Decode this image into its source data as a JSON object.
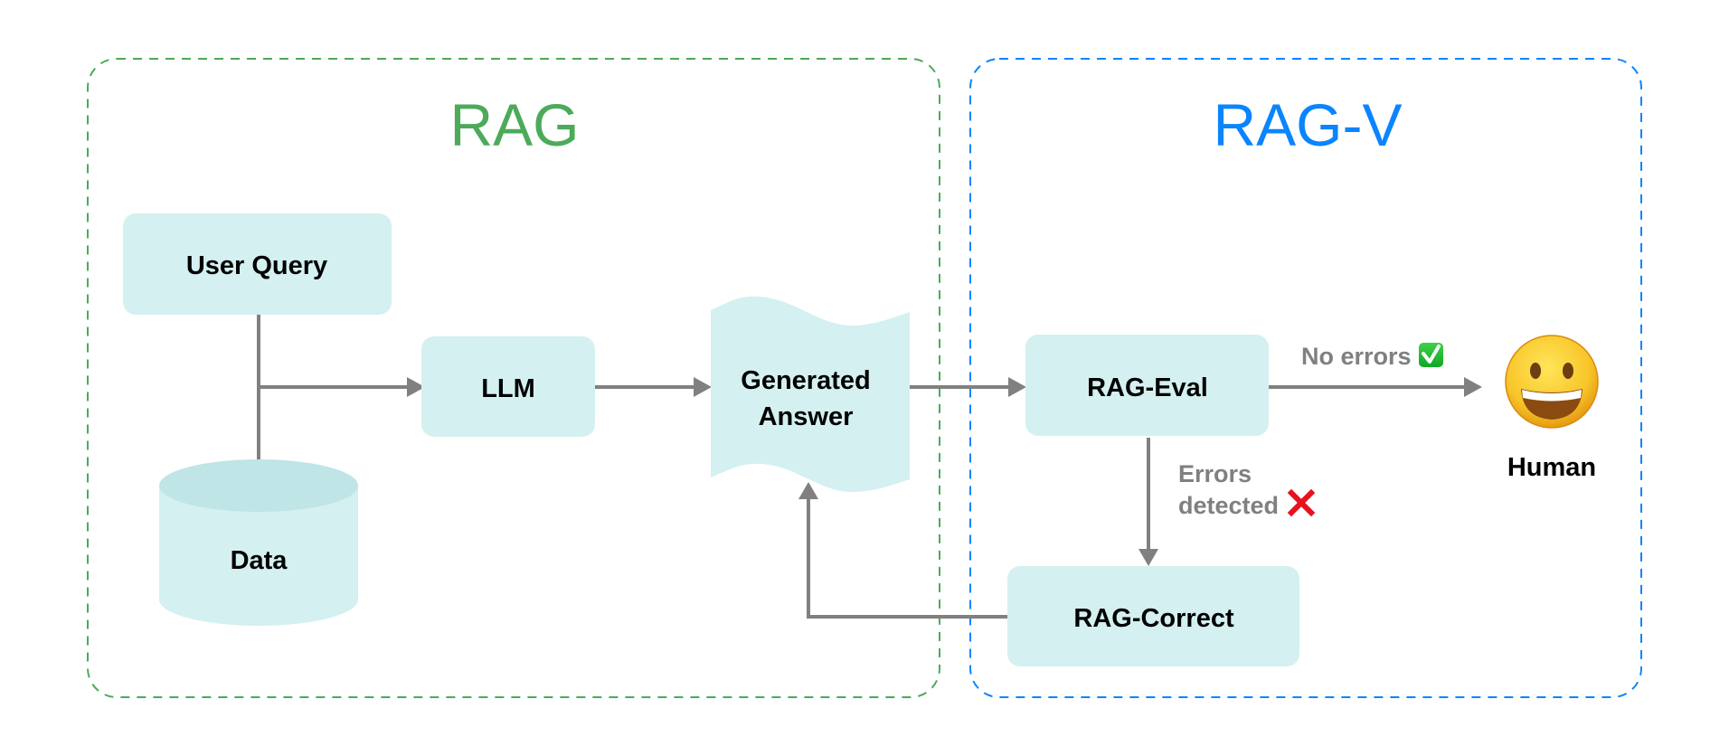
{
  "groups": [
    {
      "id": "rag",
      "title": "RAG",
      "color": "#4caa5a"
    },
    {
      "id": "rag-v",
      "title": "RAG-V",
      "color": "#0a84ff"
    }
  ],
  "nodes": {
    "user_query": "User Query",
    "data": "Data",
    "llm": "LLM",
    "generated_answer": [
      "Generated",
      "Answer"
    ],
    "rag_eval": "RAG-Eval",
    "rag_correct": "RAG-Correct",
    "human": "Human"
  },
  "edges": {
    "no_errors": {
      "label": "No errors",
      "icon": "check-mark-button-icon"
    },
    "errors_detected": {
      "label_lines": [
        "Errors",
        "detected"
      ],
      "icon": "cross-mark-icon"
    }
  },
  "icons": {
    "human": "grinning-face-icon"
  },
  "colors": {
    "node_fill": "#d4f0f0",
    "cylinder_top": "#bfe5e6",
    "edge": "#808080",
    "check": "#19b32c",
    "cross": "#e8121c"
  }
}
